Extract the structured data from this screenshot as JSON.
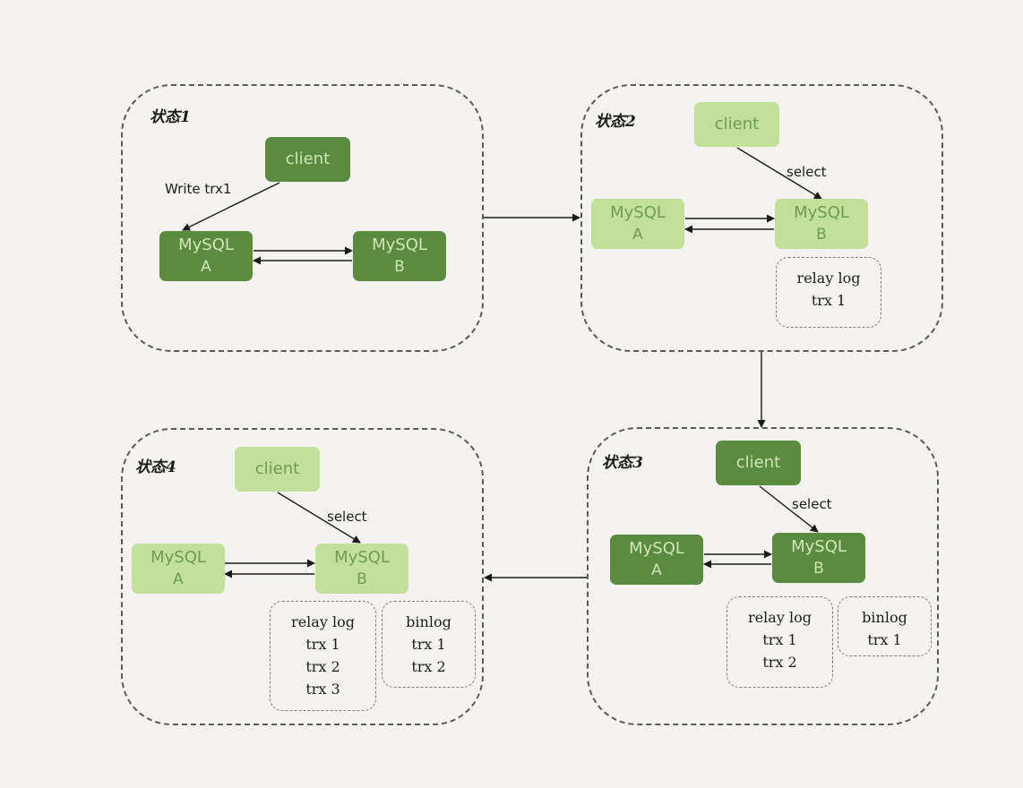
{
  "states": [
    {
      "title": "状态1",
      "client": {
        "label": "client",
        "shade": "dark"
      },
      "mysql_a": {
        "name": "MySQL",
        "sub": "A",
        "shade": "dark"
      },
      "mysql_b": {
        "name": "MySQL",
        "sub": "B",
        "shade": "dark"
      },
      "edge_label": "Write trx1",
      "relay_log": null,
      "binlog": null
    },
    {
      "title": "状态2",
      "client": {
        "label": "client",
        "shade": "light"
      },
      "mysql_a": {
        "name": "MySQL",
        "sub": "A",
        "shade": "light"
      },
      "mysql_b": {
        "name": "MySQL",
        "sub": "B",
        "shade": "light"
      },
      "edge_label": "select",
      "relay_log": {
        "title": "relay log",
        "items": [
          "trx 1"
        ]
      },
      "binlog": null
    },
    {
      "title": "状态3",
      "client": {
        "label": "client",
        "shade": "dark"
      },
      "mysql_a": {
        "name": "MySQL",
        "sub": "A",
        "shade": "dark"
      },
      "mysql_b": {
        "name": "MySQL",
        "sub": "B",
        "shade": "dark"
      },
      "edge_label": "select",
      "relay_log": {
        "title": "relay log",
        "items": [
          "trx 1",
          "trx 2"
        ]
      },
      "binlog": {
        "title": "binlog",
        "items": [
          "trx 1"
        ]
      }
    },
    {
      "title": "状态4",
      "client": {
        "label": "client",
        "shade": "light"
      },
      "mysql_a": {
        "name": "MySQL",
        "sub": "A",
        "shade": "light"
      },
      "mysql_b": {
        "name": "MySQL",
        "sub": "B",
        "shade": "light"
      },
      "edge_label": "select",
      "relay_log": {
        "title": "relay log",
        "items": [
          "trx 1",
          "trx 2",
          "trx 3"
        ]
      },
      "binlog": {
        "title": "binlog",
        "items": [
          "trx 1",
          "trx 2"
        ]
      }
    }
  ],
  "colors": {
    "background": "#f4f3ef",
    "dark_green": "#5b8a41",
    "light_green": "#c2df9c",
    "border": "#5a5a5a"
  }
}
